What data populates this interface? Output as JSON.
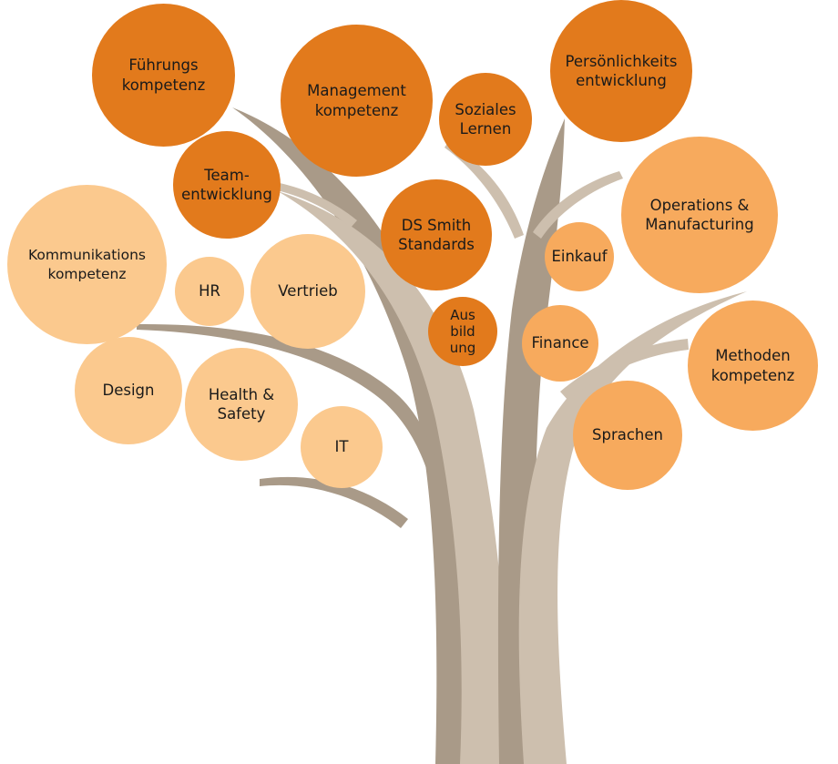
{
  "colors": {
    "dark_orange": "#e27a1c",
    "mid_orange": "#f7aa5d",
    "light_orange": "#fbc98e",
    "trunk_dark": "#a99a88",
    "trunk_light": "#cdbfae"
  },
  "bubbles": [
    {
      "id": "fuehrungskompetenz",
      "text": "Führungs\nkompetenz",
      "tone": "dark"
    },
    {
      "id": "managementkompetenz",
      "text": "Management\nkompetenz",
      "tone": "dark"
    },
    {
      "id": "soziales-lernen",
      "text": "Soziales\nLernen",
      "tone": "dark"
    },
    {
      "id": "persoenlichkeitsentwicklung",
      "text": "Persönlichkeits\nentwicklung",
      "tone": "dark"
    },
    {
      "id": "teamentwicklung",
      "text": "Team-\nentwicklung",
      "tone": "dark"
    },
    {
      "id": "ds-smith-standards",
      "text": "DS Smith\nStandards",
      "tone": "dark"
    },
    {
      "id": "ausbildung",
      "text": "Aus\nbild\nung",
      "tone": "dark"
    },
    {
      "id": "operations-manufacturing",
      "text": "Operations &\nManufacturing",
      "tone": "mid"
    },
    {
      "id": "einkauf",
      "text": "Einkauf",
      "tone": "mid"
    },
    {
      "id": "finance",
      "text": "Finance",
      "tone": "mid"
    },
    {
      "id": "methodenkompetenz",
      "text": "Methoden\nkompetenz",
      "tone": "mid"
    },
    {
      "id": "sprachen",
      "text": "Sprachen",
      "tone": "mid"
    },
    {
      "id": "kommunikationskompetenz",
      "text": "Kommunikations\nkompetenz",
      "tone": "light"
    },
    {
      "id": "hr",
      "text": "HR",
      "tone": "light"
    },
    {
      "id": "vertrieb",
      "text": "Vertrieb",
      "tone": "light"
    },
    {
      "id": "design",
      "text": "Design",
      "tone": "light"
    },
    {
      "id": "health-safety",
      "text": "Health &\nSafety",
      "tone": "light"
    },
    {
      "id": "it",
      "text": "IT",
      "tone": "light"
    }
  ]
}
